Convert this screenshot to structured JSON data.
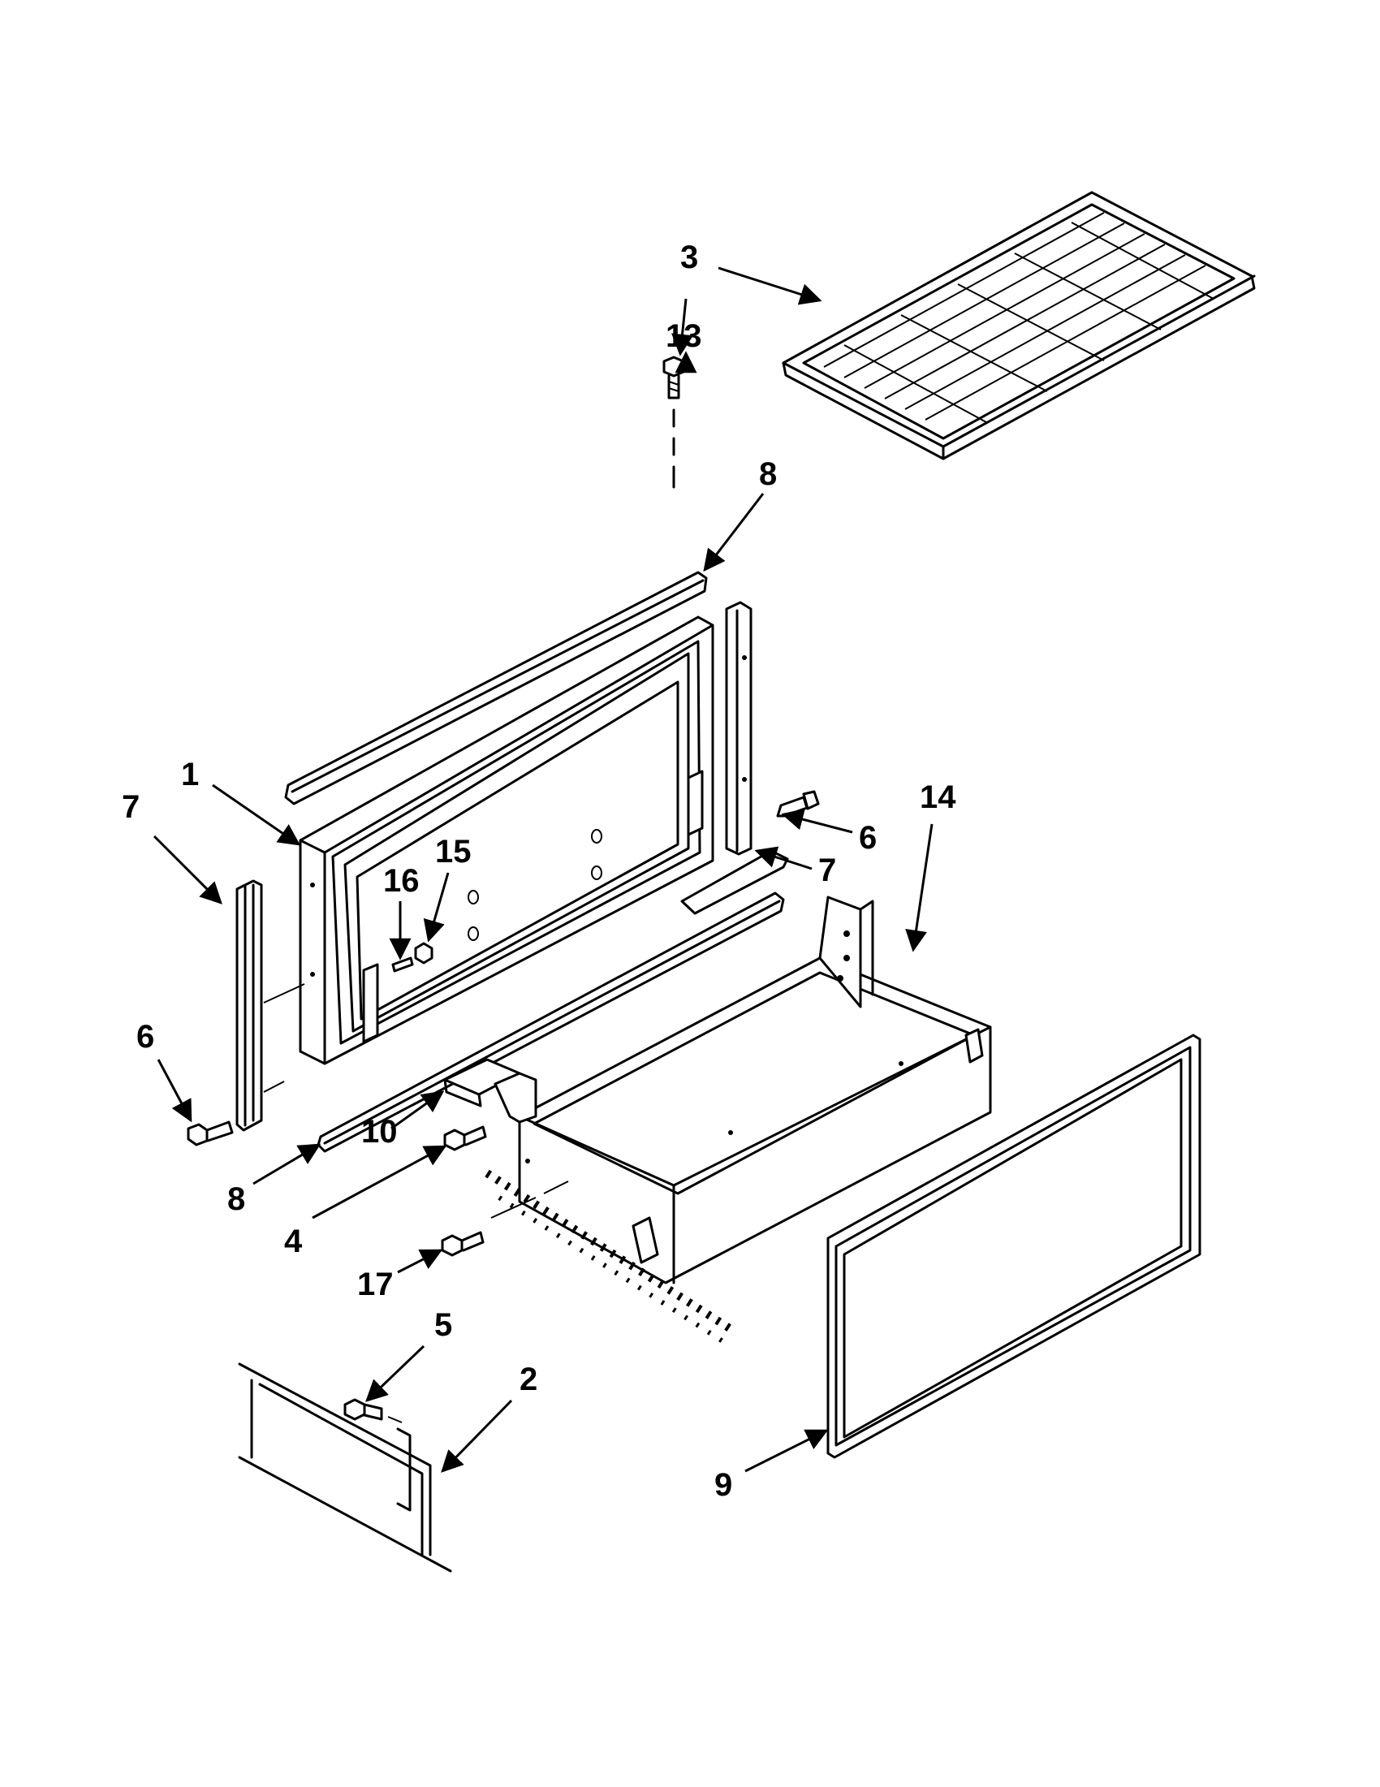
{
  "callouts": [
    {
      "id": "1",
      "text": "1"
    },
    {
      "id": "2",
      "text": "2"
    },
    {
      "id": "3",
      "text": "3"
    },
    {
      "id": "4",
      "text": "4"
    },
    {
      "id": "5",
      "text": "5"
    },
    {
      "id": "6a",
      "text": "6"
    },
    {
      "id": "6b",
      "text": "6"
    },
    {
      "id": "7a",
      "text": "7"
    },
    {
      "id": "7b",
      "text": "7"
    },
    {
      "id": "8a",
      "text": "8"
    },
    {
      "id": "8b",
      "text": "8"
    },
    {
      "id": "9",
      "text": "9"
    },
    {
      "id": "10",
      "text": "10"
    },
    {
      "id": "13",
      "text": "13"
    },
    {
      "id": "14",
      "text": "14"
    },
    {
      "id": "15",
      "text": "15"
    },
    {
      "id": "16",
      "text": "16"
    },
    {
      "id": "17",
      "text": "17"
    }
  ]
}
